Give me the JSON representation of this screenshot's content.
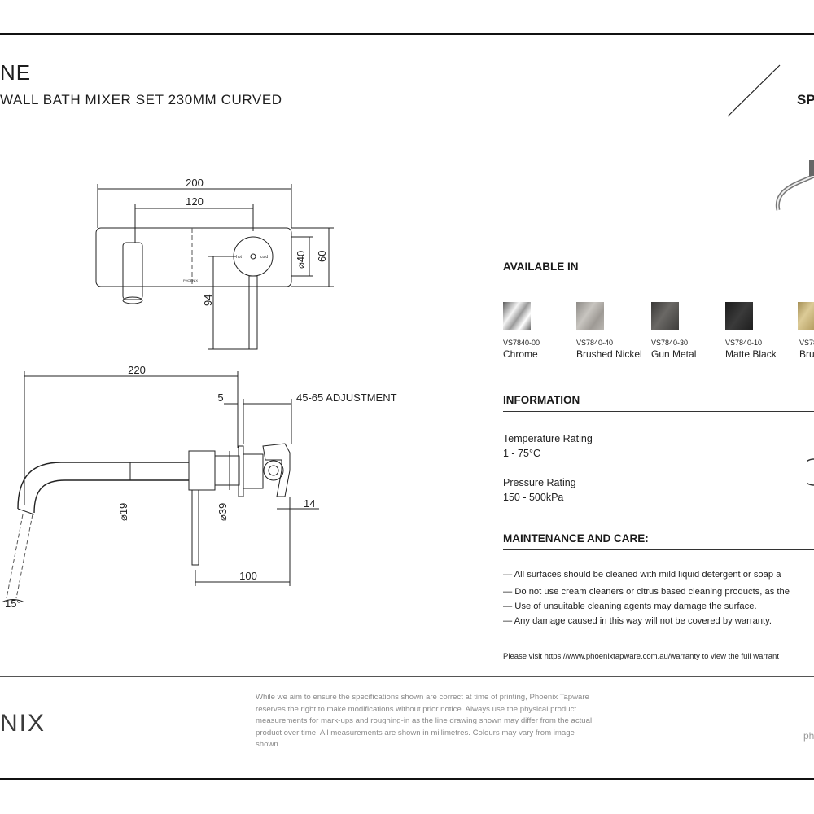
{
  "header": {
    "title": "NE",
    "subtitle": "WALL BATH MIXER SET 230MM CURVED",
    "right_label": "SP"
  },
  "drawing": {
    "front": {
      "dim_width": "200",
      "dim_centers": "120",
      "dim_plate_dia": "40",
      "dim_height": "60",
      "dim_handle": "94",
      "label_hot": "hot",
      "label_cold": "cold",
      "label_brand": "PHOENIX"
    },
    "side": {
      "dim_reach": "220",
      "dim_plate": "5",
      "dim_adjust": "45-65 ADJUSTMENT",
      "dim_spout_dia": "19",
      "dim_body_dia": "39",
      "dim_offset": "14",
      "dim_handle": "100",
      "angle": "15°"
    }
  },
  "available": {
    "heading": "AVAILABLE IN",
    "finishes": [
      {
        "code": "VS7840-00",
        "name": "Chrome",
        "color": "#c9c9c9"
      },
      {
        "code": "VS7840-40",
        "name": "Brushed Nickel",
        "color": "#a8a49e"
      },
      {
        "code": "VS7840-30",
        "name": "Gun Metal",
        "color": "#4b4a48"
      },
      {
        "code": "VS7840-10",
        "name": "Matte Black",
        "color": "#262626"
      },
      {
        "code": "VS78",
        "name": "Bru",
        "color": "#c6b27a"
      }
    ]
  },
  "information": {
    "heading": "INFORMATION",
    "items": [
      {
        "label": "Temperature Rating",
        "value": "1 - 75°C"
      },
      {
        "label": "Pressure Rating",
        "value": "150 - 500kPa"
      }
    ]
  },
  "maintenance": {
    "heading": "MAINTENANCE AND CARE:",
    "items": [
      "— All surfaces should be cleaned with mild liquid detergent or soap a",
      "— Do not use cream cleaners or citrus based cleaning products, as the",
      "— Use of unsuitable cleaning agents may damage the surface.",
      "— Any damage caused in this way will not be covered by warranty."
    ],
    "visit": "Please visit https://www.phoenixtapware.com.au/warranty to view the full warrant"
  },
  "footer": {
    "brand": "NIX",
    "disclaimer": "While we aim to ensure the specifications shown are correct at time of printing, Phoenix Tapware reserves the right to make modifications without prior notice. Always use the physical product measurements for mark-ups and roughing-in as the line drawing shown may differ from the actual product over time. All measurements are shown in millimetres. Colours may vary from image shown.",
    "url": "ph"
  }
}
